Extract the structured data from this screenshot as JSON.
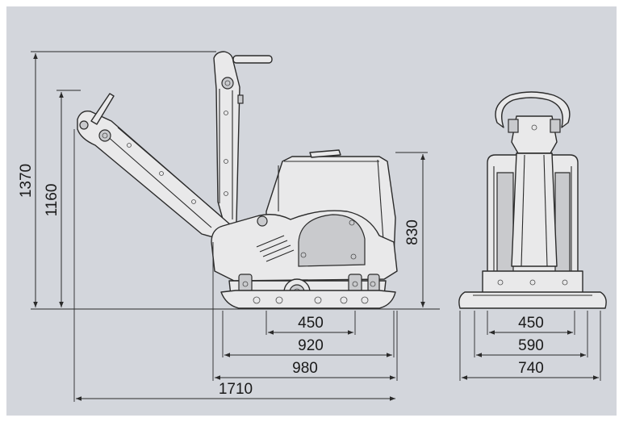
{
  "background_color": "#d3d6dc",
  "machine_color": "#e9e9ea",
  "line_color": "#2b2b2b",
  "dimensions": {
    "overall_height": "1370",
    "handle_height": "1160",
    "body_height": "830",
    "plate_width_side": "450",
    "plate_length": "920",
    "base_length": "980",
    "overall_length": "1710",
    "plate_width_front": "450",
    "mid_width_front": "590",
    "overall_width_front": "740"
  }
}
